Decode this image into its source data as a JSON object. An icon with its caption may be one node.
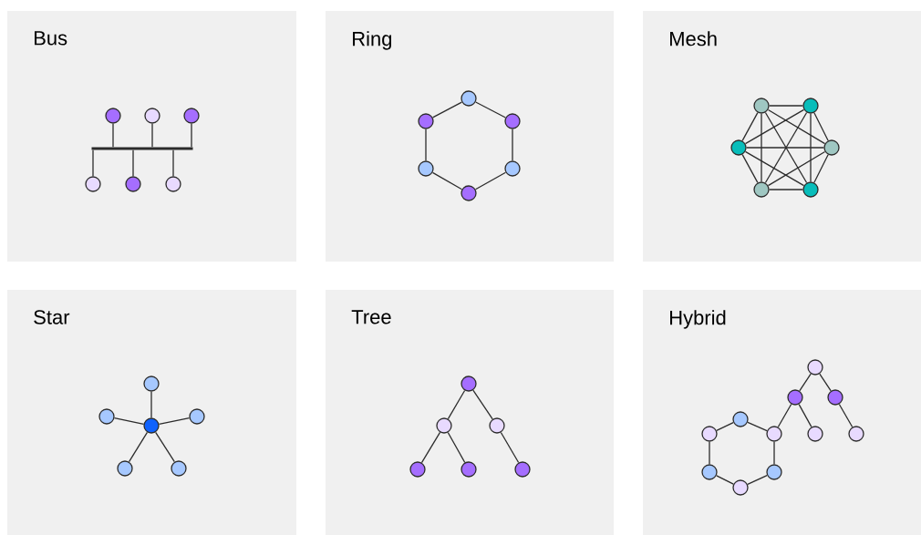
{
  "diagram": {
    "nodes": [
      {
        "text": [
          "Bus"
        ]
      },
      {
        "text": [],
        "shape": "circle",
        "in": 0
      },
      {
        "text": [],
        "shape": "circle",
        "in": 0
      },
      {
        "text": [],
        "shape": "circle",
        "in": 0
      },
      {
        "text": [],
        "shape": "circle",
        "in": 0
      },
      {
        "text": [],
        "shape": "circle",
        "in": 0
      },
      {
        "text": [],
        "shape": "circle",
        "in": 0
      },
      {
        "text": [],
        "shape": "bar",
        "in": 0
      },
      {
        "text": [
          "Ring"
        ]
      },
      {
        "text": [],
        "shape": "circle",
        "in": 8
      },
      {
        "text": [],
        "shape": "circle",
        "in": 8
      },
      {
        "text": [],
        "shape": "circle",
        "in": 8
      },
      {
        "text": [],
        "shape": "circle",
        "in": 8
      },
      {
        "text": [],
        "shape": "circle",
        "in": 8
      },
      {
        "text": [],
        "shape": "circle",
        "in": 8
      },
      {
        "text": [
          "Mesh"
        ]
      },
      {
        "text": [],
        "shape": "circle",
        "in": 15
      },
      {
        "text": [],
        "shape": "circle",
        "in": 15
      },
      {
        "text": [],
        "shape": "circle",
        "in": 15
      },
      {
        "text": [],
        "shape": "circle",
        "in": 15
      },
      {
        "text": [],
        "shape": "circle",
        "in": 15
      },
      {
        "text": [],
        "shape": "circle",
        "in": 15
      },
      {
        "text": [
          "Star"
        ]
      },
      {
        "text": [],
        "shape": "circle",
        "in": 22
      },
      {
        "text": [],
        "shape": "circle",
        "in": 22
      },
      {
        "text": [],
        "shape": "circle",
        "in": 22
      },
      {
        "text": [],
        "shape": "circle",
        "in": 22
      },
      {
        "text": [],
        "shape": "circle",
        "in": 22
      },
      {
        "text": [],
        "shape": "circle",
        "in": 22
      },
      {
        "text": [
          "Tree"
        ]
      },
      {
        "text": [],
        "shape": "circle",
        "in": 29
      },
      {
        "text": [],
        "shape": "circle",
        "in": 29
      },
      {
        "text": [],
        "shape": "circle",
        "in": 29
      },
      {
        "text": [],
        "shape": "circle",
        "in": 29
      },
      {
        "text": [],
        "shape": "circle",
        "in": 29
      },
      {
        "text": [],
        "shape": "circle",
        "in": 29
      },
      {
        "text": [
          "Hybrid"
        ]
      },
      {
        "text": [],
        "shape": "circle",
        "in": 36
      },
      {
        "text": [],
        "shape": "circle",
        "in": 36
      },
      {
        "text": [],
        "shape": "circle",
        "in": 36
      },
      {
        "text": [],
        "shape": "circle",
        "in": 36
      },
      {
        "text": [],
        "shape": "circle",
        "in": 36
      },
      {
        "text": [],
        "shape": "circle",
        "in": 36
      },
      {
        "text": [],
        "shape": "circle",
        "in": 36
      },
      {
        "text": [],
        "shape": "circle",
        "in": 36
      },
      {
        "text": [],
        "shape": "circle",
        "in": 36
      },
      {
        "text": [],
        "shape": "circle",
        "in": 36
      },
      {
        "text": [],
        "shape": "circle",
        "in": 36
      }
    ],
    "edges": [
      {
        "from": 1,
        "to": 7,
        "arrow": "none"
      },
      {
        "from": 2,
        "to": 7,
        "arrow": "none"
      },
      {
        "from": 3,
        "to": 7,
        "arrow": "none"
      },
      {
        "from": 4,
        "to": 7,
        "arrow": "none"
      },
      {
        "from": 5,
        "to": 7,
        "arrow": "none"
      },
      {
        "from": 6,
        "to": 7,
        "arrow": "none"
      },
      {
        "from": 9,
        "to": 10,
        "arrow": "none"
      },
      {
        "from": 9,
        "to": 11,
        "arrow": "none"
      },
      {
        "from": 10,
        "to": 12,
        "arrow": "none"
      },
      {
        "from": 11,
        "to": 13,
        "arrow": "none"
      },
      {
        "from": 12,
        "to": 14,
        "arrow": "none"
      },
      {
        "from": 13,
        "to": 14,
        "arrow": "none"
      },
      {
        "from": 16,
        "to": 17,
        "arrow": "none"
      },
      {
        "from": 16,
        "to": 18,
        "arrow": "none"
      },
      {
        "from": 16,
        "to": 19,
        "arrow": "none"
      },
      {
        "from": 16,
        "to": 20,
        "arrow": "none"
      },
      {
        "from": 16,
        "to": 21,
        "arrow": "none"
      },
      {
        "from": 17,
        "to": 18,
        "arrow": "none"
      },
      {
        "from": 17,
        "to": 19,
        "arrow": "none"
      },
      {
        "from": 17,
        "to": 20,
        "arrow": "none"
      },
      {
        "from": 17,
        "to": 21,
        "arrow": "none"
      },
      {
        "from": 18,
        "to": 19,
        "arrow": "none"
      },
      {
        "from": 18,
        "to": 20,
        "arrow": "none"
      },
      {
        "from": 18,
        "to": 21,
        "arrow": "none"
      },
      {
        "from": 19,
        "to": 20,
        "arrow": "none"
      },
      {
        "from": 19,
        "to": 21,
        "arrow": "none"
      },
      {
        "from": 20,
        "to": 21,
        "arrow": "none"
      },
      {
        "from": 25,
        "to": 23,
        "arrow": "none"
      },
      {
        "from": 25,
        "to": 24,
        "arrow": "none"
      },
      {
        "from": 25,
        "to": 26,
        "arrow": "none"
      },
      {
        "from": 25,
        "to": 27,
        "arrow": "none"
      },
      {
        "from": 25,
        "to": 28,
        "arrow": "none"
      },
      {
        "from": 30,
        "to": 31,
        "arrow": "none"
      },
      {
        "from": 30,
        "to": 32,
        "arrow": "none"
      },
      {
        "from": 31,
        "to": 33,
        "arrow": "none"
      },
      {
        "from": 31,
        "to": 34,
        "arrow": "none"
      },
      {
        "from": 32,
        "to": 35,
        "arrow": "none"
      },
      {
        "from": 40,
        "to": 41,
        "arrow": "none"
      },
      {
        "from": 40,
        "to": 42,
        "arrow": "none"
      },
      {
        "from": 41,
        "to": 45,
        "arrow": "none"
      },
      {
        "from": 42,
        "to": 46,
        "arrow": "none"
      },
      {
        "from": 45,
        "to": 47,
        "arrow": "none"
      },
      {
        "from": 46,
        "to": 47,
        "arrow": "none"
      },
      {
        "from": 42,
        "to": 38,
        "arrow": "none"
      },
      {
        "from": 38,
        "to": 37,
        "arrow": "none"
      },
      {
        "from": 37,
        "to": 39,
        "arrow": "none"
      },
      {
        "from": 38,
        "to": 43,
        "arrow": "none"
      },
      {
        "from": 39,
        "to": 44,
        "arrow": "none"
      }
    ]
  }
}
